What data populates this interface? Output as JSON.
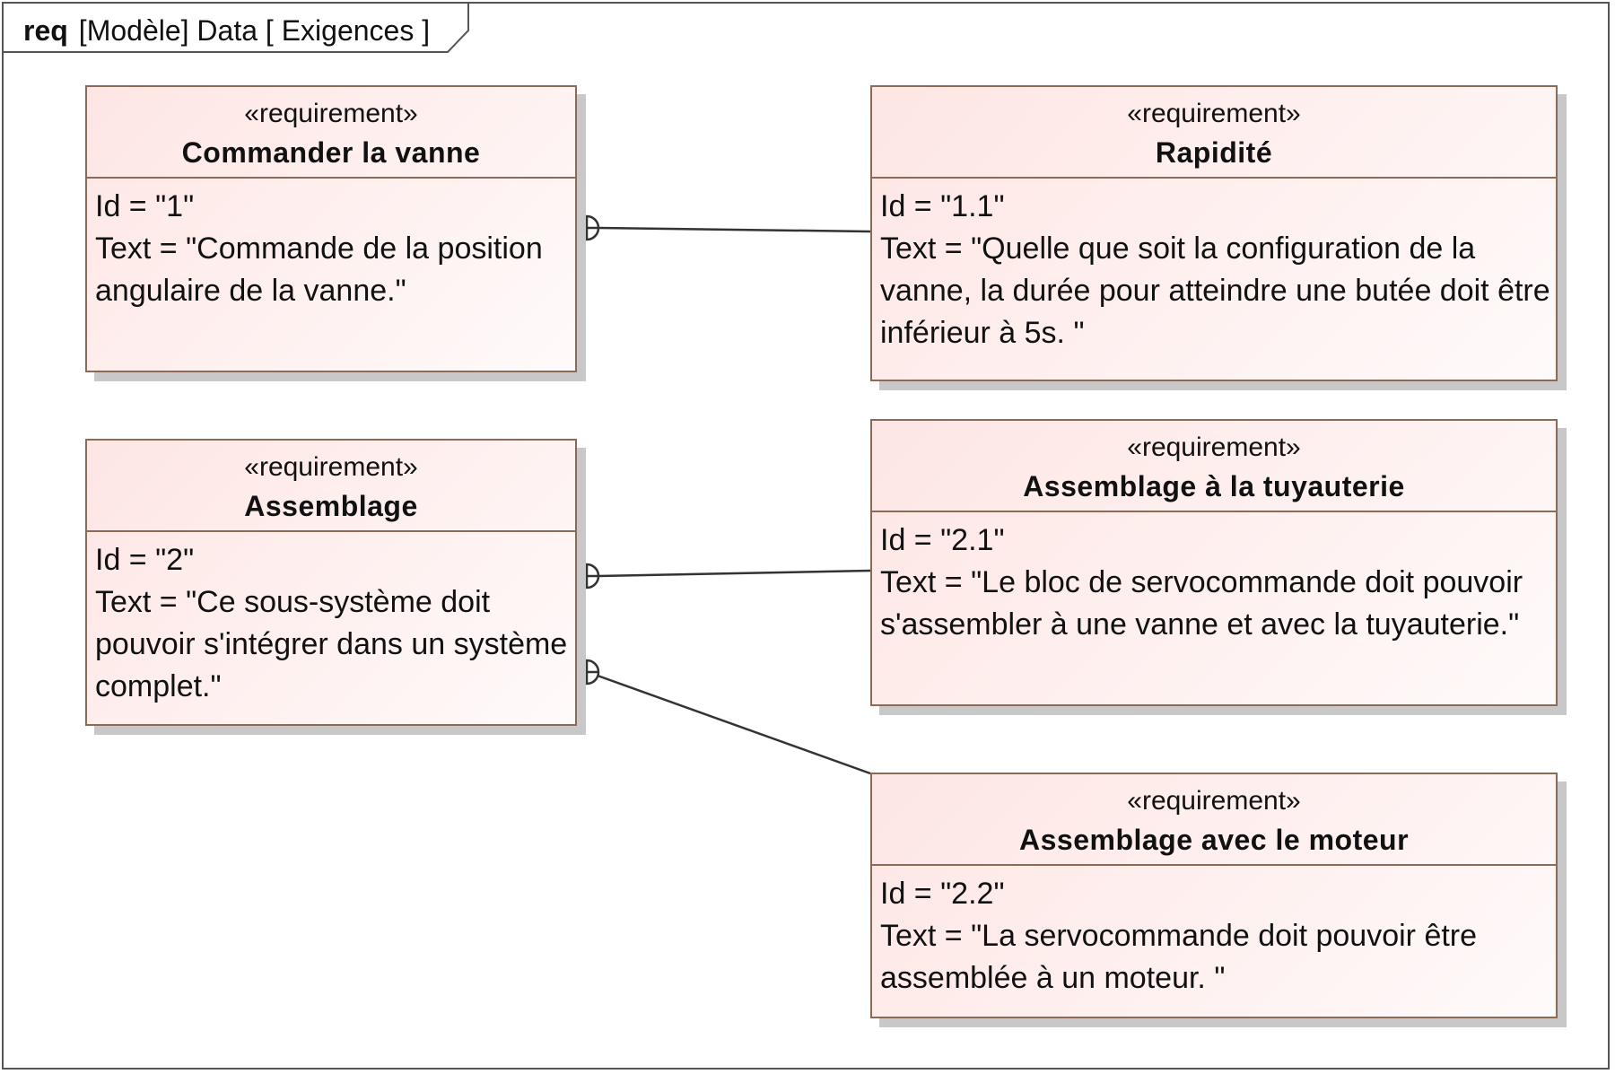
{
  "frame": {
    "keyword": "req",
    "title": "[Modèle] Data [ Exigences ]"
  },
  "requirements": [
    {
      "stereotype": "«requirement»",
      "name": "Commander la vanne",
      "id": "Id = \"1\"",
      "text": "Text = \"Commande de la position angulaire de la vanne.\""
    },
    {
      "stereotype": "«requirement»",
      "name": "Rapidité",
      "id": "Id = \"1.1\"",
      "text": "Text = \"Quelle que soit la configuration de la vanne, la durée pour atteindre une butée doit être inférieur à 5s. \""
    },
    {
      "stereotype": "«requirement»",
      "name": "Assemblage",
      "id": "Id = \"2\"",
      "text": "Text = \"Ce sous-système doit pouvoir s'intégrer dans un système complet.\""
    },
    {
      "stereotype": "«requirement»",
      "name": "Assemblage à la tuyauterie",
      "id": "Id = \"2.1\"",
      "text": "Text = \"Le bloc de servocommande doit pouvoir s'assembler à une vanne et avec la tuyauterie.\""
    },
    {
      "stereotype": "«requirement»",
      "name": "Assemblage avec le moteur",
      "id": "Id = \"2.2\"",
      "text": "Text = \"La servocommande doit pouvoir être assemblée à un moteur. \""
    }
  ],
  "relations": [
    {
      "type": "containment",
      "from": "Commander la vanne",
      "to": "Rapidité"
    },
    {
      "type": "containment",
      "from": "Assemblage",
      "to": "Assemblage à la tuyauterie"
    },
    {
      "type": "containment",
      "from": "Assemblage",
      "to": "Assemblage avec le moteur"
    }
  ]
}
